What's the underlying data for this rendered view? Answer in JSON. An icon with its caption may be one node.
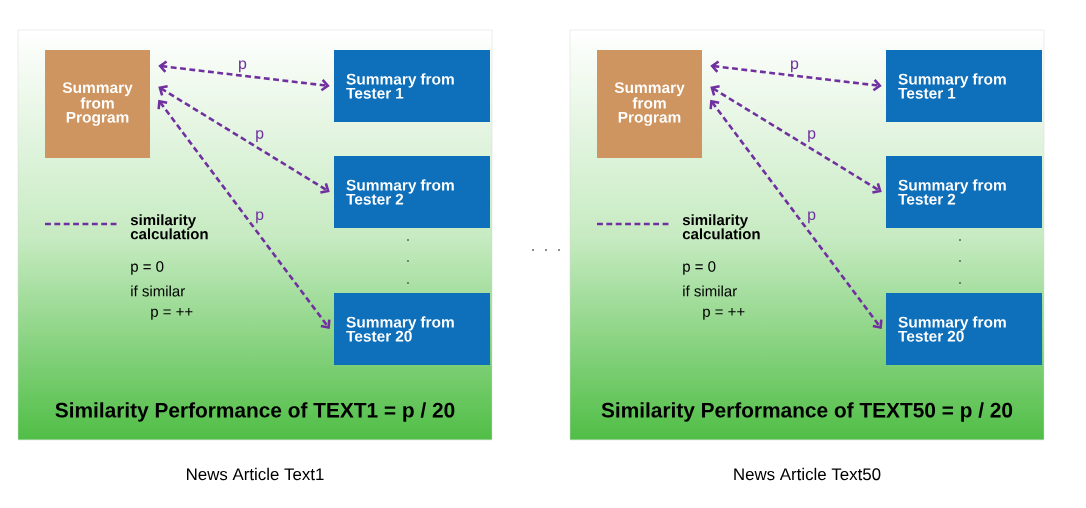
{
  "diagram": {
    "nodes": [
      {
        "text": [
          "Similarity Performance of TEXT1 =  p / 20",
          "News Article Text1"
        ]
      },
      {
        "text": [
          "Summary from Program"
        ],
        "in": 0
      },
      {
        "text": [
          "Summary from Tester 1"
        ],
        "in": 0
      },
      {
        "text": [
          "Summary from Tester 2"
        ],
        "in": 0
      },
      {
        "text": [
          "Summary from Tester 20"
        ],
        "in": 0
      },
      {
        "text": [
          "Similarity Performance of TEXT50 =  p / 20",
          "News Article Text50"
        ]
      },
      {
        "text": [
          "Summary from Program"
        ],
        "in": 5
      },
      {
        "text": [
          "Summary from Tester 1"
        ],
        "in": 5
      },
      {
        "text": [
          "Summary from Tester 2"
        ],
        "in": 5
      },
      {
        "text": [
          "Summary from Tester 20"
        ],
        "in": 5
      }
    ],
    "edges": [
      {
        "from": 1,
        "to": 2,
        "arrow": "both",
        "label": "p",
        "style": "dashed"
      },
      {
        "from": 1,
        "to": 3,
        "arrow": "both",
        "label": "p",
        "style": "dashed"
      },
      {
        "from": 1,
        "to": 4,
        "arrow": "both",
        "label": "p",
        "style": "dashed"
      },
      {
        "from": 6,
        "to": 7,
        "arrow": "both",
        "label": "p",
        "style": "dashed"
      },
      {
        "from": 6,
        "to": 8,
        "arrow": "both",
        "label": "p",
        "style": "dashed"
      },
      {
        "from": 6,
        "to": 9,
        "arrow": "both",
        "label": "p",
        "style": "dashed"
      }
    ],
    "labels": [
      "p = 0",
      "if similar",
      "p = ++",
      "p = 0",
      "if similar",
      "p = ++"
    ],
    "legend": [
      {
        "text": "similarity calculation"
      },
      {
        "text": "similarity calculation"
      }
    ]
  }
}
